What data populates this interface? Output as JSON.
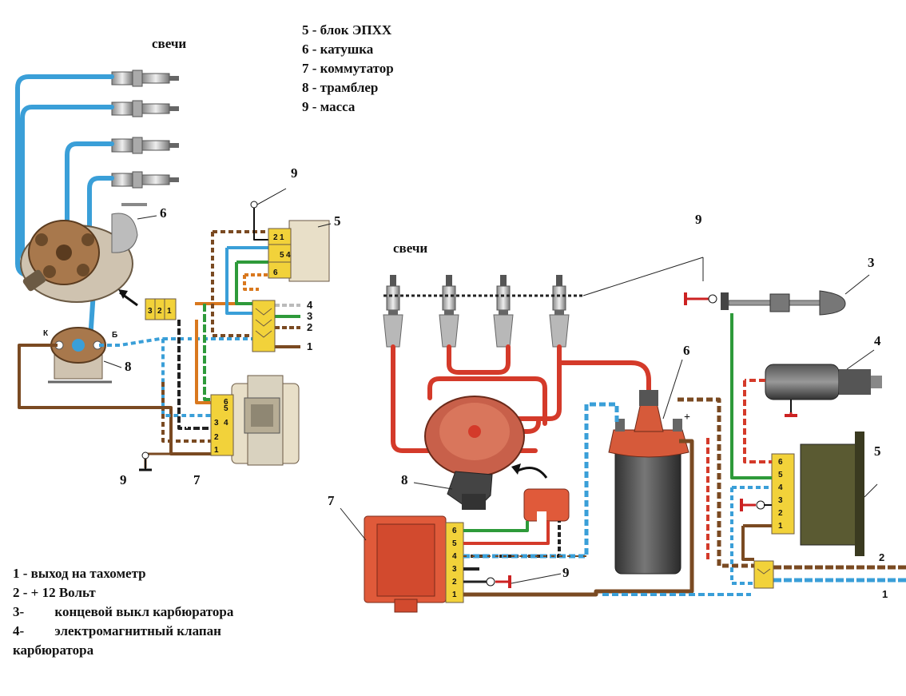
{
  "legend_top": [
    "5 - блок ЭПХХ",
    "6 - катушка",
    "7 - коммутатор",
    "8 - трамблер",
    "9 - масса"
  ],
  "legend_bottom": [
    "1 - выход на тахометр",
    "2 - + 12 Вольт",
    "3-         концевой выкл карбюратора",
    "4-         электромагнитный клапан",
    "карбюратора"
  ],
  "left": {
    "spark_title": "свечи",
    "num_ground_top": "9",
    "num_ground_bottom": "9",
    "num_epxx": "5",
    "num_coil": "6",
    "num_distributor": "8",
    "num_switch": "7",
    "coil_K": "К",
    "coil_B": "Б",
    "out_labels": [
      "4",
      "3",
      "2",
      "1"
    ],
    "epxx_pins": [
      "1",
      "2",
      "4",
      "5",
      "6"
    ],
    "small_block_pins": [
      "3",
      "2",
      "1"
    ],
    "switch_pins": [
      "1",
      "2",
      "3",
      "4",
      "5",
      "6"
    ]
  },
  "right": {
    "spark_title": "свечи",
    "num_ground_top": "9",
    "num_limit_switch": "3",
    "num_valve": "4",
    "num_coil": "6",
    "num_epxx": "5",
    "num_distributor": "8",
    "num_switch": "7",
    "num_ground_bottom": "9",
    "plus_sign": "+",
    "out_labels": [
      "2",
      "1"
    ],
    "switch_pins": [
      "6",
      "5",
      "4",
      "3",
      "2",
      "1"
    ],
    "epxx_pins": [
      "6",
      "5",
      "4",
      "3",
      "2",
      "1"
    ]
  },
  "colors": {
    "hv_wire_blue": "#3a9fd8",
    "hv_wire_red": "#d43a2a",
    "brown": "#7a4a22",
    "orange_wire": "#d9781e",
    "green_wire": "#2e9a3a",
    "component_red": "#e05a3a",
    "connector_yellow": "#f2d23a"
  }
}
